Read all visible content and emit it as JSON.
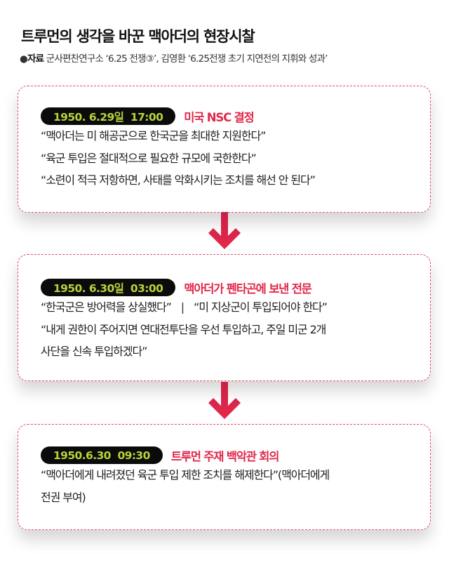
{
  "header": {
    "title": "트루먼의 생각을 바꾼 맥아더의 현장시찰",
    "source_bullet": "●",
    "source_label": "자료",
    "source_text": " 군사편찬연구소 ‘6.25 전쟁③’, 김영환 ‘6.25전쟁 초기 지연전의 지휘와 성과’"
  },
  "colors": {
    "accent_red": "#e0284c",
    "badge_bg": "#0b0b0b",
    "badge_text": "#b5d43a",
    "dashed_border": "#e05068"
  },
  "timeline": [
    {
      "time": "1950. 6.29일  17:00",
      "event": "미국 NSC 결정",
      "lines": [
        "“맥아더는 미 해공군으로 한국군을 최대한 지원한다”",
        "“육군 투입은 절대적으로 필요한 규모에 국한한다”",
        "“소련이 적극 저항하면, 사태를 악화시키는 조치를 해선 안 된다”"
      ]
    },
    {
      "time": "1950. 6.30일  03:00",
      "event": "맥아더가 펜타곤에 보낸 전문",
      "line1_a": "“한국군은 방어력을 상실했다”",
      "separator": "|",
      "line1_b": "“미 지상군이 투입되어야 한다”",
      "lines": [
        "“내게 권한이 주어지면 연대전투단을 우선 투입하고, 주일 미군 2개",
        "사단을 신속 투입하겠다”"
      ]
    },
    {
      "time": "1950.6.30  09:30",
      "event": "트루먼 주재 백악관 회의",
      "lines": [
        "“맥아더에게 내려졌던 육군 투입 제한 조치를 해제한다”(맥아더에게",
        "전권 부여)"
      ]
    }
  ],
  "icons": {
    "arrow": "down-arrow-icon"
  }
}
